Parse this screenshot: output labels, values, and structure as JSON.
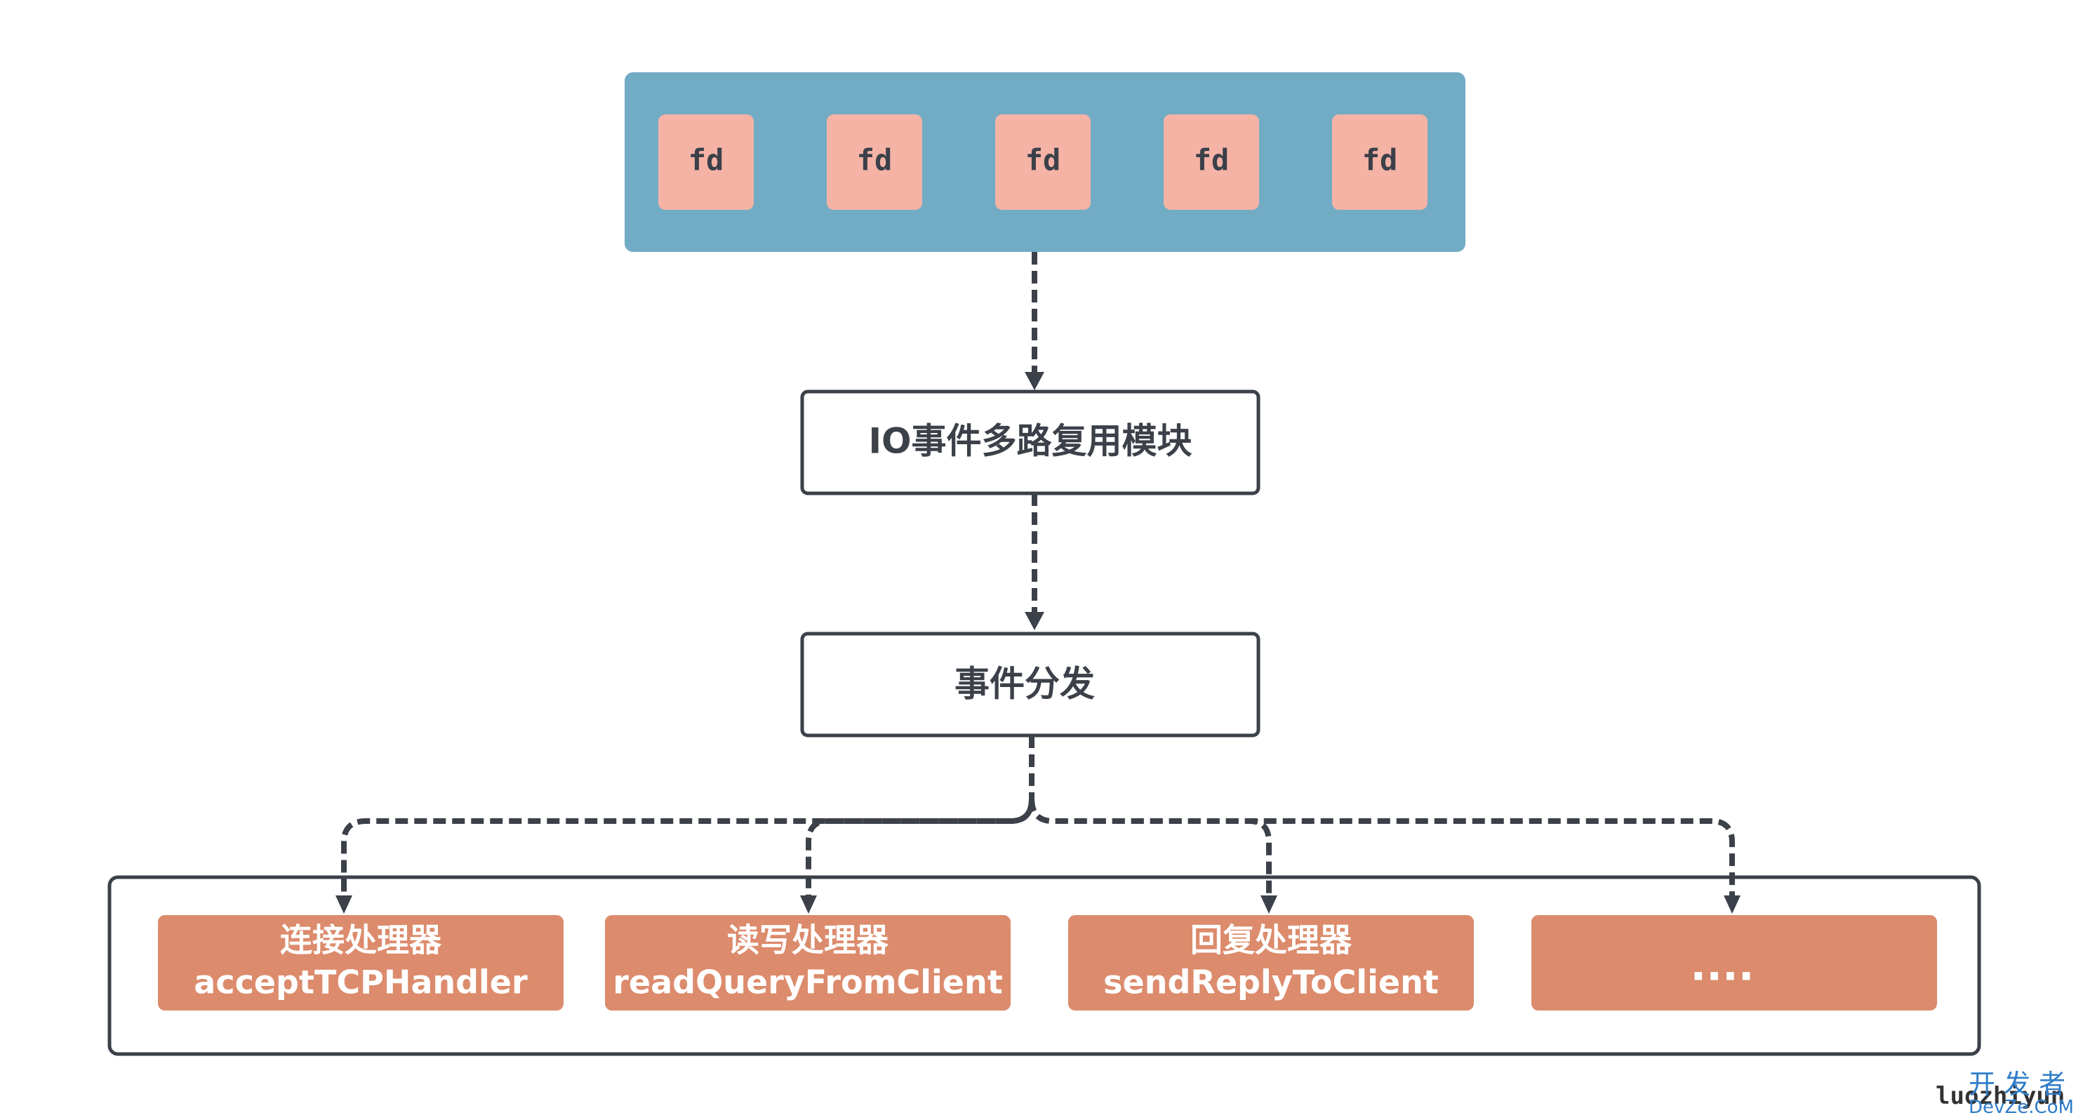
{
  "fd_group": {
    "items": [
      "fd",
      "fd",
      "fd",
      "fd",
      "fd"
    ]
  },
  "multiplexer": {
    "label": "IO事件多路复用模块"
  },
  "dispatcher": {
    "label": "事件分发"
  },
  "handlers": [
    {
      "name_cn": "连接处理器",
      "name_en": "acceptTCPHandler"
    },
    {
      "name_cn": "读写处理器",
      "name_en": "readQueryFromClient"
    },
    {
      "name_cn": "回复处理器",
      "name_en": "sendReplyToClient"
    },
    {
      "name_cn": "....",
      "name_en": ""
    }
  ],
  "watermark": {
    "author": "luozhiyun",
    "site_cn": "开 发 者",
    "site_en": "DevZe.CoM"
  },
  "colors": {
    "fd_container": "#72abc4",
    "fd_box": "#f5b3a6",
    "handler_box": "#dc8b6c",
    "line": "#3b4049",
    "text_dark": "#3b4049",
    "watermark": "#2f7dc8"
  }
}
